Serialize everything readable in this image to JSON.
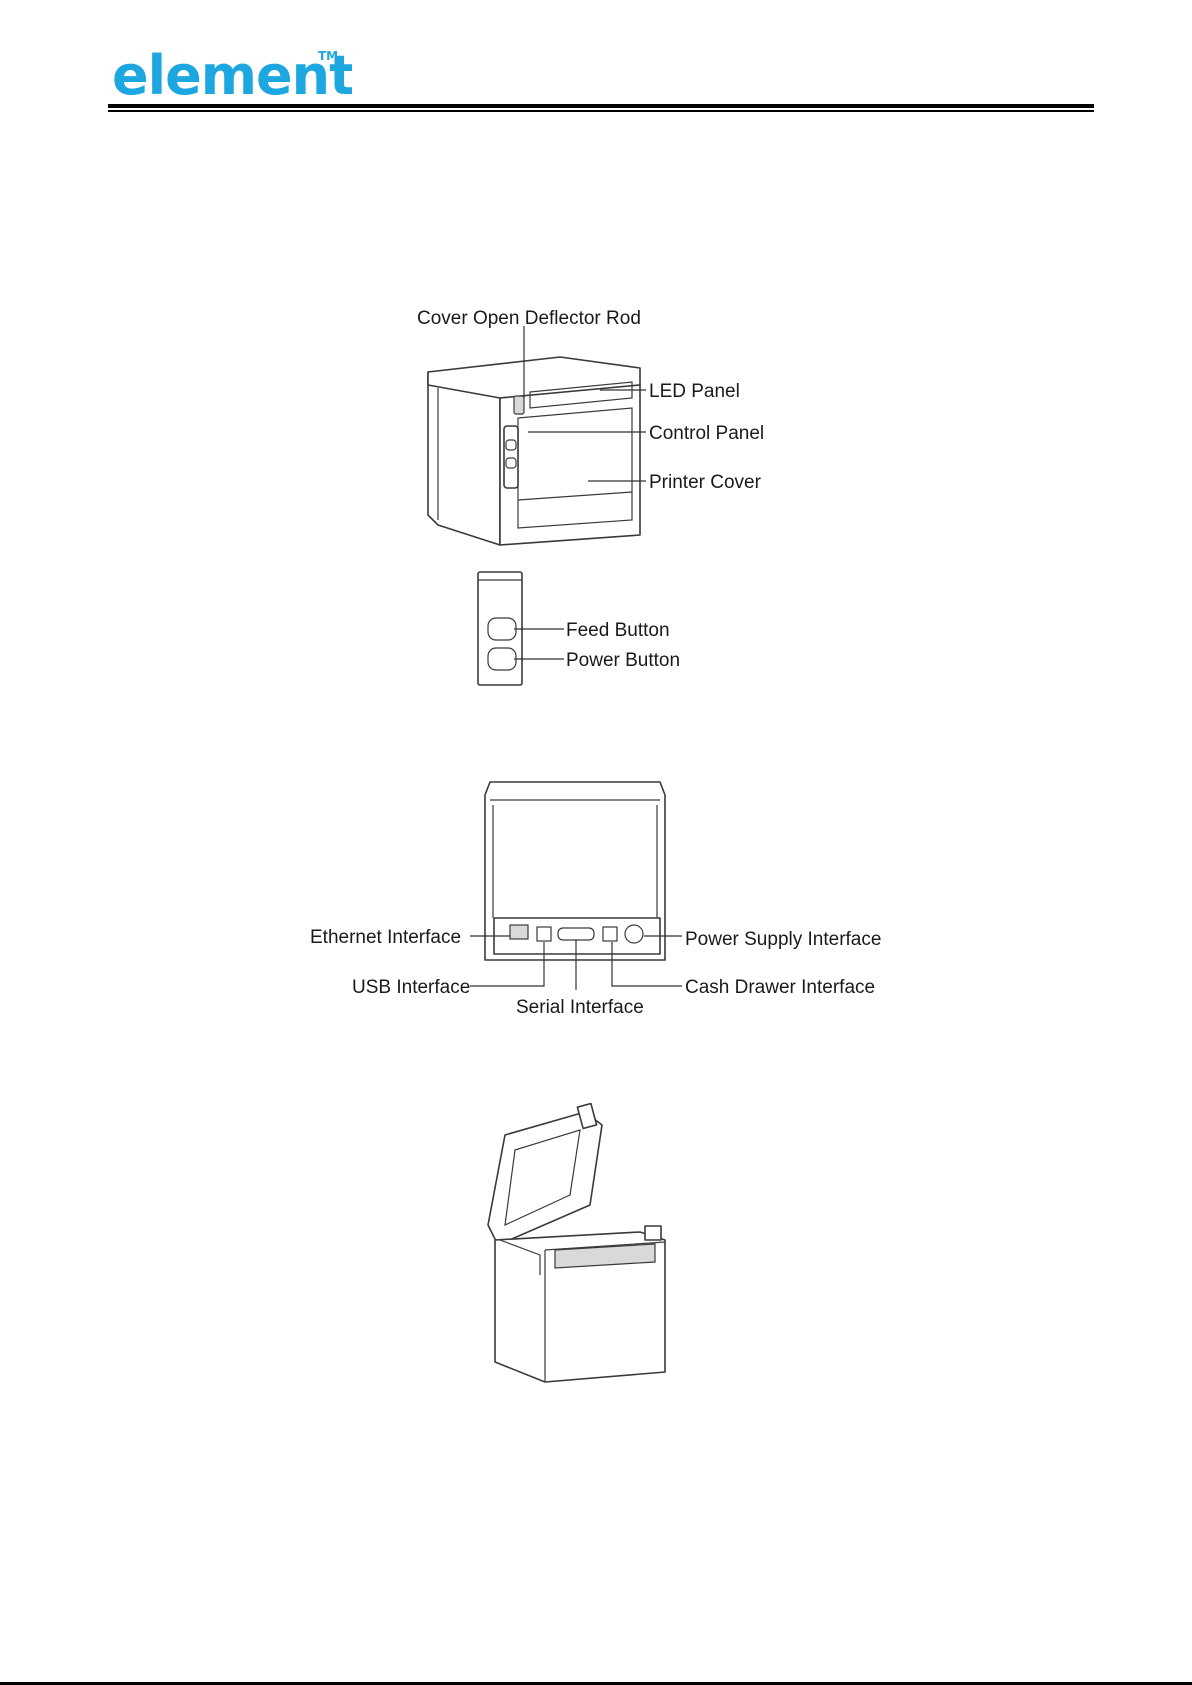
{
  "header": {
    "brand": "element",
    "trademark": "TM",
    "brand_color": "#1da7e0"
  },
  "front_view": {
    "labels": {
      "cover_open_deflector_rod": "Cover Open Deflector Rod",
      "led_panel": "LED Panel",
      "control_panel": "Control Panel",
      "printer_cover": "Printer Cover"
    }
  },
  "button_panel": {
    "labels": {
      "feed_button": "Feed Button",
      "power_button": "Power Button"
    }
  },
  "rear_view": {
    "labels": {
      "ethernet_interface": "Ethernet Interface",
      "usb_interface": "USB Interface",
      "serial_interface": "Serial Interface",
      "power_supply_interface": "Power Supply Interface",
      "cash_drawer_interface": "Cash Drawer Interface"
    }
  }
}
